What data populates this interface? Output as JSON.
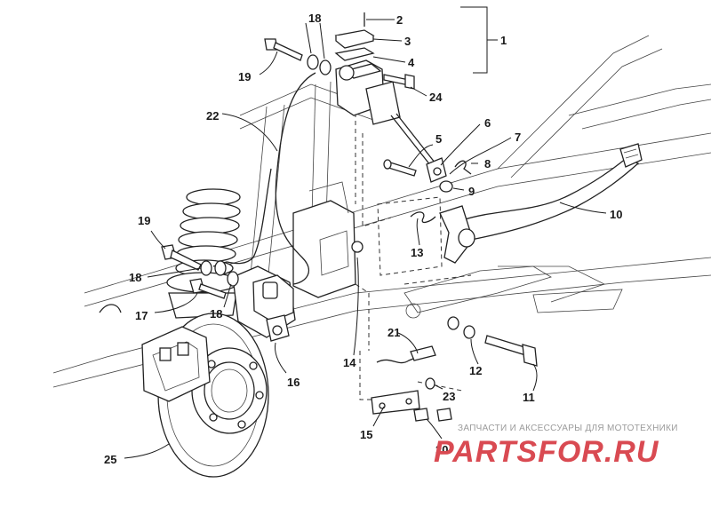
{
  "diagram": {
    "callouts": [
      {
        "id": "callout-1",
        "text": "1"
      },
      {
        "id": "callout-2",
        "text": "2"
      },
      {
        "id": "callout-3",
        "text": "3"
      },
      {
        "id": "callout-4",
        "text": "4"
      },
      {
        "id": "callout-5",
        "text": "5"
      },
      {
        "id": "callout-6",
        "text": "6"
      },
      {
        "id": "callout-7",
        "text": "7"
      },
      {
        "id": "callout-8",
        "text": "8"
      },
      {
        "id": "callout-9",
        "text": "9"
      },
      {
        "id": "callout-10",
        "text": "10"
      },
      {
        "id": "callout-11",
        "text": "11"
      },
      {
        "id": "callout-12",
        "text": "12"
      },
      {
        "id": "callout-13",
        "text": "13"
      },
      {
        "id": "callout-14",
        "text": "14"
      },
      {
        "id": "callout-15",
        "text": "15"
      },
      {
        "id": "callout-16",
        "text": "16"
      },
      {
        "id": "callout-17",
        "text": "17"
      },
      {
        "id": "callout-18a",
        "text": "18"
      },
      {
        "id": "callout-18b",
        "text": "18"
      },
      {
        "id": "callout-18c",
        "text": "18"
      },
      {
        "id": "callout-19a",
        "text": "19"
      },
      {
        "id": "callout-19b",
        "text": "19"
      },
      {
        "id": "callout-20",
        "text": "20"
      },
      {
        "id": "callout-21",
        "text": "21"
      },
      {
        "id": "callout-22",
        "text": "22"
      },
      {
        "id": "callout-23",
        "text": "23"
      },
      {
        "id": "callout-24",
        "text": "24"
      },
      {
        "id": "callout-25",
        "text": "25"
      }
    ]
  },
  "watermark": {
    "tagline": "ЗАПЧАСТИ И АКСЕССУАРЫ ДЛЯ МОТОТЕХНИКИ",
    "logo_text": "PARTSFOR.RU",
    "logo_color": "#d94a52"
  }
}
